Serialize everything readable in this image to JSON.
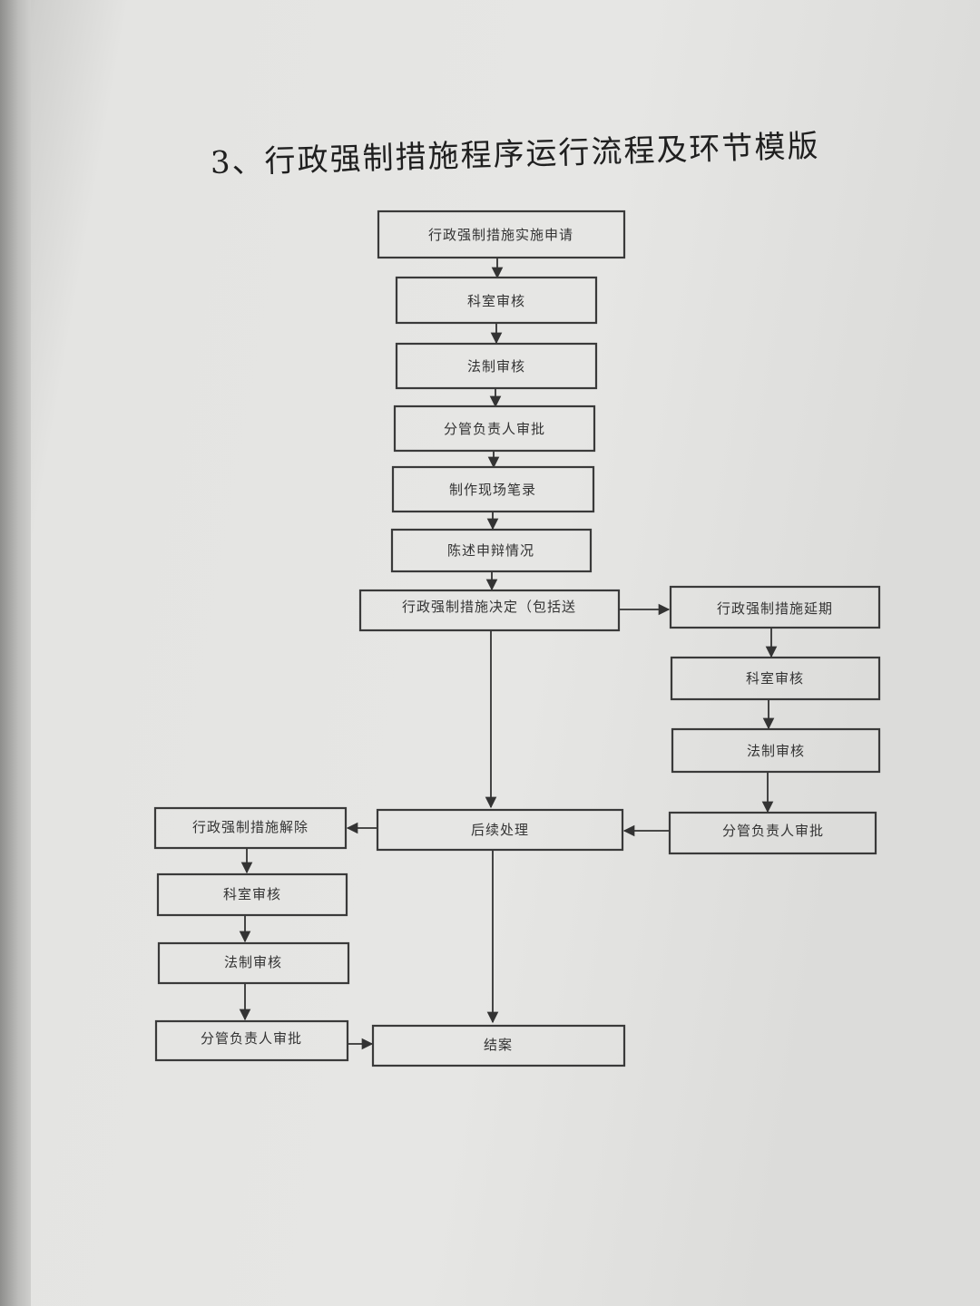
{
  "title": "3、行政强制措施程序运行流程及环节模版",
  "colors": {
    "paper": "#e4e4e2",
    "ink": "#333333"
  },
  "diagram": {
    "nodes": {
      "n1": "行政强制措施实施申请",
      "n2": "科室审核",
      "n3": "法制审核",
      "n4": "分管负责人审批",
      "n5": "制作现场笔录",
      "n6": "陈述申辩情况",
      "n7": "行政强制措施决定（包括送",
      "r1": "行政强制措施延期",
      "r2": "科室审核",
      "r3": "法制审核",
      "r4": "分管负责人审批",
      "m1": "后续处理",
      "l1": "行政强制措施解除",
      "l2": "科室审核",
      "l3": "法制审核",
      "l4": "分管负责人审批",
      "end": "结案"
    },
    "edges": [
      [
        "n1",
        "n2"
      ],
      [
        "n2",
        "n3"
      ],
      [
        "n3",
        "n4"
      ],
      [
        "n4",
        "n5"
      ],
      [
        "n5",
        "n6"
      ],
      [
        "n6",
        "n7"
      ],
      [
        "n7",
        "r1"
      ],
      [
        "n7",
        "m1"
      ],
      [
        "r1",
        "r2"
      ],
      [
        "r2",
        "r3"
      ],
      [
        "r3",
        "r4"
      ],
      [
        "r4",
        "m1"
      ],
      [
        "m1",
        "l1"
      ],
      [
        "m1",
        "end"
      ],
      [
        "l1",
        "l2"
      ],
      [
        "l2",
        "l3"
      ],
      [
        "l3",
        "l4"
      ],
      [
        "l4",
        "end"
      ]
    ]
  }
}
